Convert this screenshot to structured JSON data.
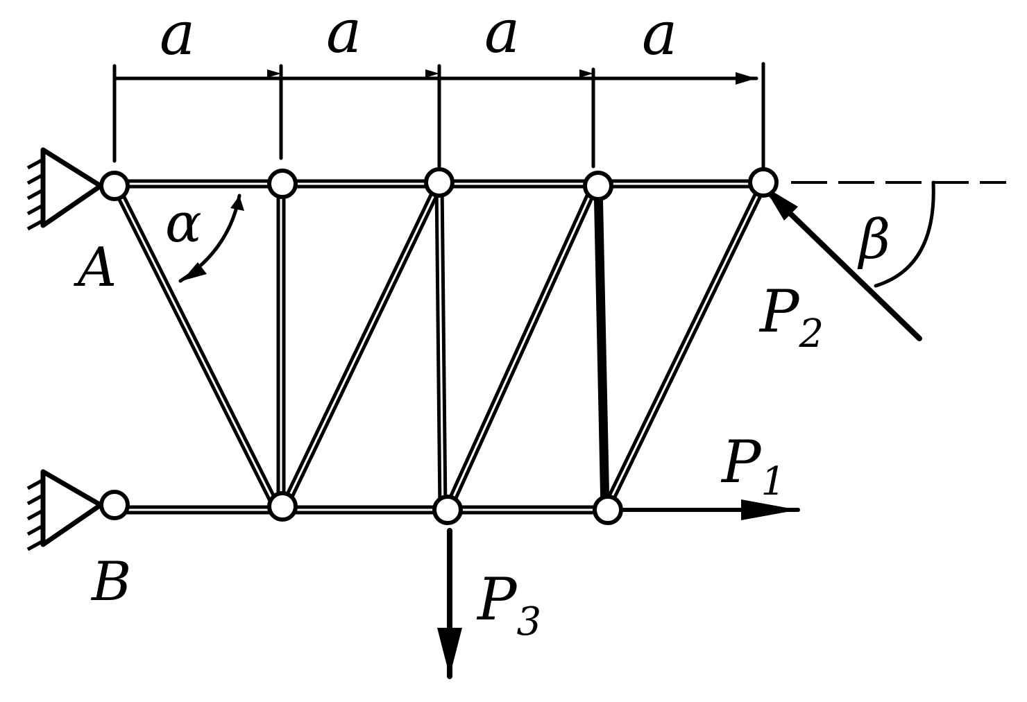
{
  "dimensions": [
    "a",
    "a",
    "a",
    "a"
  ],
  "nodes": {
    "A": "A",
    "B": "B"
  },
  "forces": {
    "P1": {
      "letter": "P",
      "index": "1"
    },
    "P2": {
      "letter": "P",
      "index": "2"
    },
    "P3": {
      "letter": "P",
      "index": "3"
    }
  },
  "angles": {
    "alpha": "α",
    "beta": "β"
  }
}
